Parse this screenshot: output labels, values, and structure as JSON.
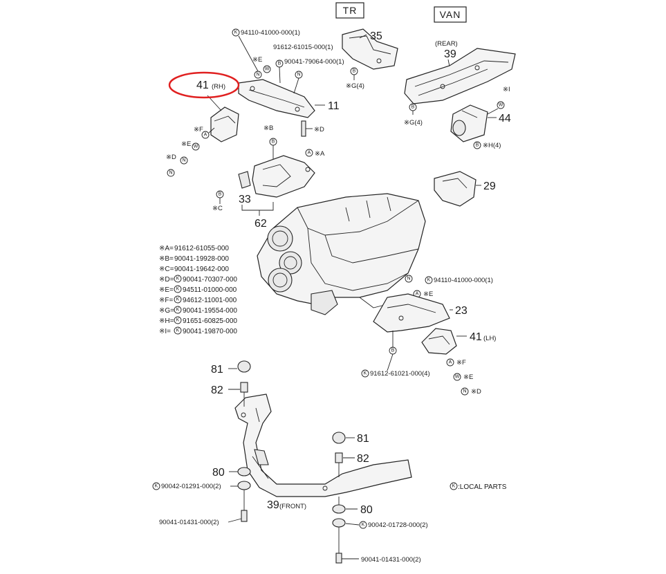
{
  "header": {
    "tr_label": "TR",
    "van_label": "VAN"
  },
  "highlight_color": "#e02020",
  "callouts": {
    "n35": "35",
    "n39_rear": "39",
    "rear_tag": "(REAR)",
    "n41_rh": "41",
    "rh_tag": "(RH)",
    "n11": "11",
    "n44": "44",
    "n29": "29",
    "n33": "33",
    "n62": "62",
    "n23": "23",
    "n41_lh": "41",
    "lh_tag": "(LH)",
    "n81_a": "81",
    "n82_a": "82",
    "n80_a": "80",
    "n39_front": "39",
    "front_tag": "(FRONT)",
    "n81_b": "81",
    "n82_b": "82",
    "n80_b": "80"
  },
  "part_numbers": {
    "p1": "94110-41000-000(1)",
    "p2": "91612-61015-000(1)",
    "p3": "90041-79064-000(1)",
    "p4": "94110-41000-000(1)",
    "p5": "91612-61021-000(4)",
    "p6": "90042-01291-000(2)",
    "p7": "90041-01431-000(2)",
    "p8": "90042-01728-000(2)",
    "p9": "90041-01431-000(2)"
  },
  "refs": {
    "e_top": "※E",
    "f_left": "※F",
    "e_left": "※E",
    "d_left": "※D",
    "b_mid": "※B",
    "d_mid": "※D",
    "a_mid": "※A",
    "c_left": "※C",
    "g_tr": "※G(4)",
    "g_van": "※G(4)",
    "i_van": "※I",
    "h_van": "※H(4)",
    "e_right": "※E",
    "f_right": "※F",
    "e_right2": "※E",
    "d_right": "※D"
  },
  "bubbles": {
    "k": "K",
    "n": "N",
    "w": "W",
    "b": "B",
    "a": "A"
  },
  "legend": [
    {
      "key": "※A=",
      "local": "",
      "value": "91612-61055-000"
    },
    {
      "key": "※B=",
      "local": "",
      "value": "90041-19928-000"
    },
    {
      "key": "※C=",
      "local": "",
      "value": "90041-19642-000"
    },
    {
      "key": "※D=",
      "local": "K",
      "value": "90041-70307-000"
    },
    {
      "key": "※E=",
      "local": "K",
      "value": "94511-01000-000"
    },
    {
      "key": "※F=",
      "local": "K",
      "value": "94612-11001-000"
    },
    {
      "key": "※G=",
      "local": "K",
      "value": "90041-19554-000"
    },
    {
      "key": "※H=",
      "local": "K",
      "value": "91651-60825-000"
    },
    {
      "key": "※I=",
      "local": "K",
      "value": "90041-19870-000"
    }
  ],
  "local_parts_note": ":LOCAL  PARTS"
}
